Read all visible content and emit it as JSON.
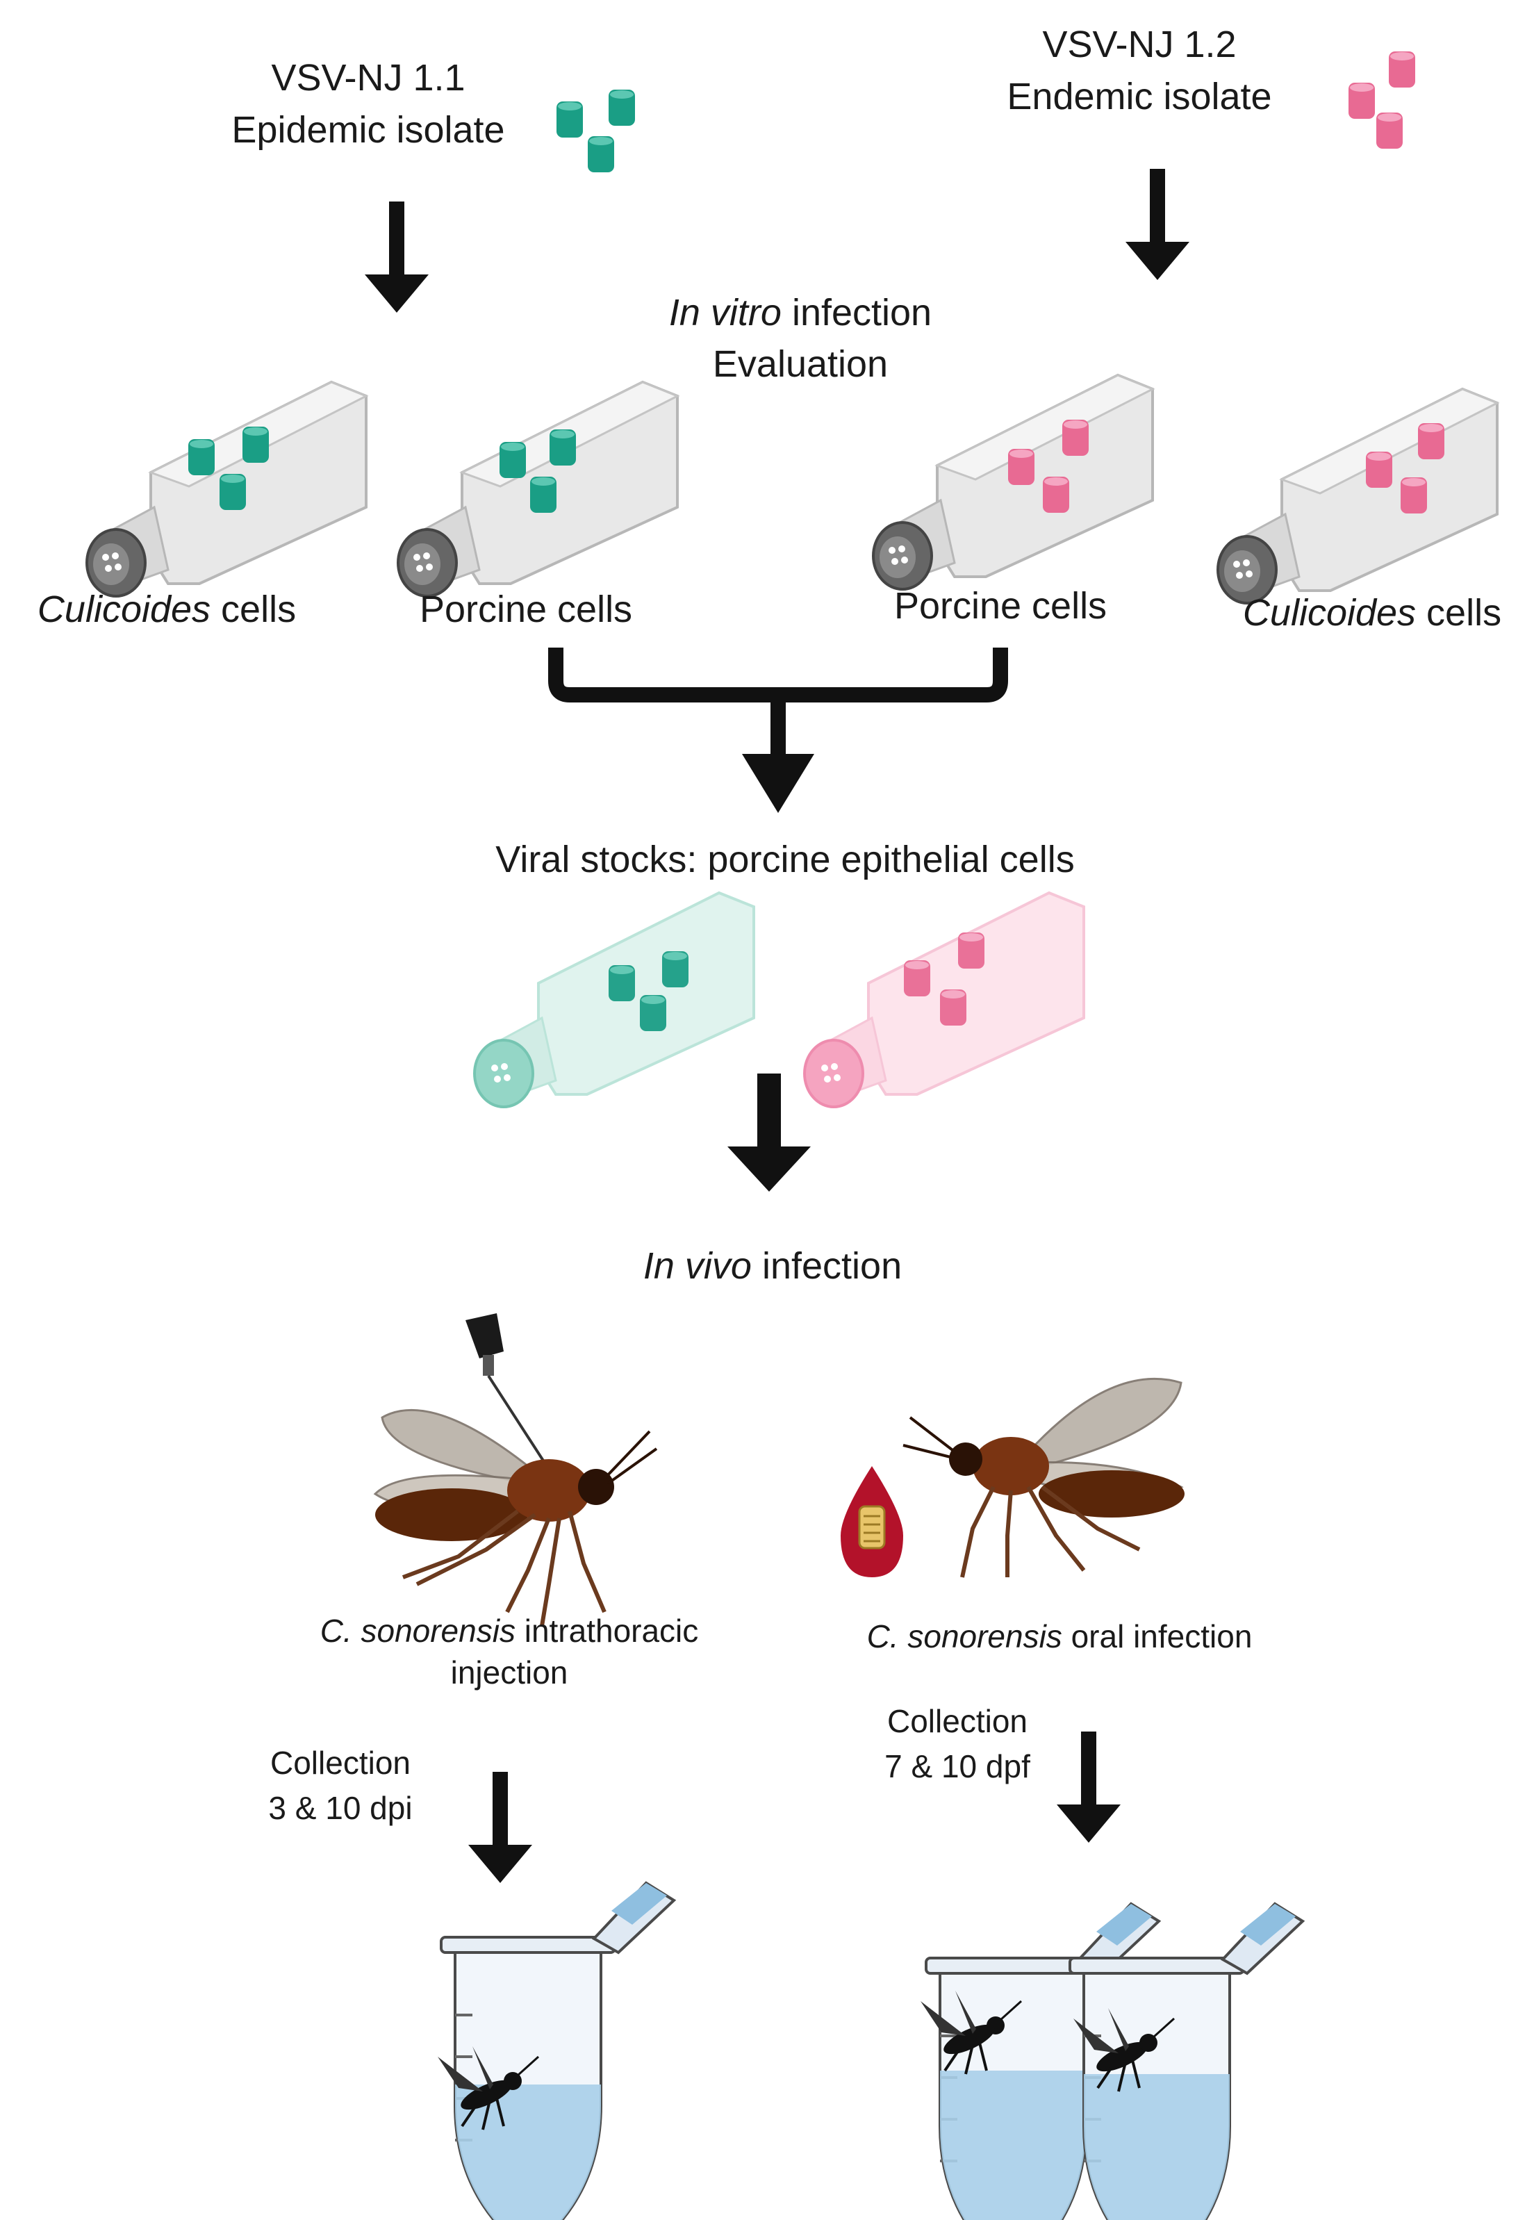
{
  "isolates": {
    "epidemic": {
      "name": "VSV-NJ 1.1",
      "type": "Epidemic isolate",
      "color": "#1a9e85"
    },
    "endemic": {
      "name": "VSV-NJ 1.2",
      "type": "Endemic isolate",
      "color": "#e86a93"
    }
  },
  "in_vitro": {
    "italic": "In vitro",
    "rest": " infection",
    "line2": "Evaluation"
  },
  "flasks": {
    "culicoides_label_italic": "Culicoides",
    "cells_word": " cells",
    "porcine_label": "Porcine cells"
  },
  "viral_stocks": "Viral stocks: porcine epithelial cells",
  "in_vivo": {
    "italic": "In vivo",
    "rest": " infection"
  },
  "injection": {
    "species": "C. sonorensis",
    "rest": " intrathoracic",
    "line2": "injection"
  },
  "oral": {
    "species": "C. sonorensis",
    "rest": " oral infection"
  },
  "collection_left": {
    "line1": "Collection",
    "line2": "3 & 10 dpi"
  },
  "collection_right": {
    "line1": "Collection",
    "line2": "7 & 10 dpf"
  },
  "colors": {
    "teal": "#1a9e85",
    "pink": "#e86a93",
    "arrow": "#111111",
    "blood": "#b3122a",
    "insect": "#7a3412"
  }
}
